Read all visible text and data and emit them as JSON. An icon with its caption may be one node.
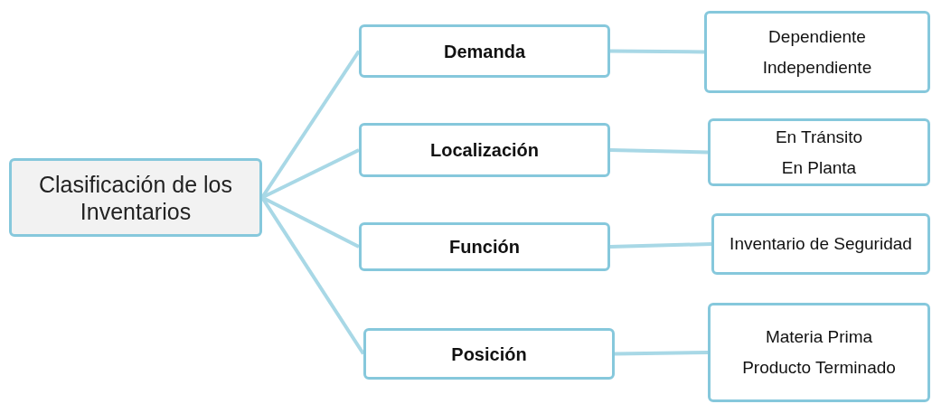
{
  "diagram": {
    "nodes": [
      {
        "text": [
          "Clasificación de los Inventarios"
        ]
      },
      {
        "text": [
          "Demanda"
        ]
      },
      {
        "text": [
          "Localización"
        ]
      },
      {
        "text": [
          "Función"
        ]
      },
      {
        "text": [
          "Posición"
        ]
      },
      {
        "text": [
          "Dependiente",
          "Independiente"
        ]
      },
      {
        "text": [
          "En Tránsito",
          "En Planta"
        ]
      },
      {
        "text": [
          "Inventario de Seguridad"
        ]
      },
      {
        "text": [
          "Materia Prima",
          "Producto Terminado"
        ]
      }
    ],
    "edges": [
      {
        "from": 0,
        "to": 1,
        "arrow": "none"
      },
      {
        "from": 0,
        "to": 2,
        "arrow": "none"
      },
      {
        "from": 0,
        "to": 3,
        "arrow": "none"
      },
      {
        "from": 0,
        "to": 4,
        "arrow": "none"
      },
      {
        "from": 1,
        "to": 5,
        "arrow": "none"
      },
      {
        "from": 2,
        "to": 6,
        "arrow": "none"
      },
      {
        "from": 3,
        "to": 7,
        "arrow": "none"
      },
      {
        "from": 4,
        "to": 8,
        "arrow": "none"
      }
    ]
  }
}
